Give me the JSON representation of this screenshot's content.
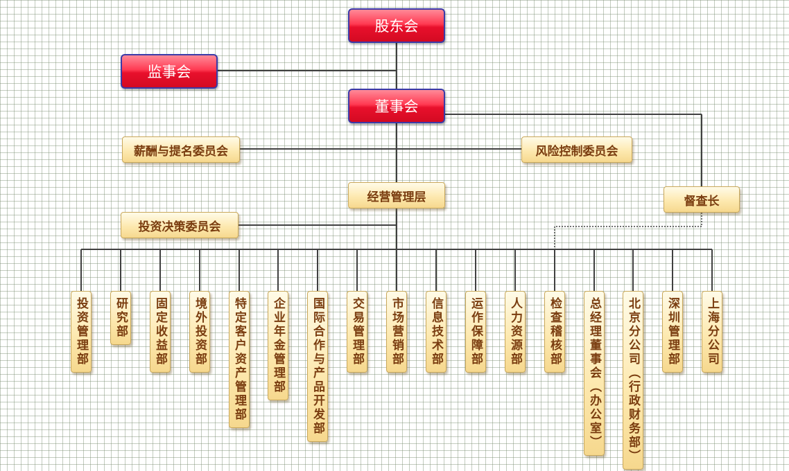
{
  "top": {
    "shareholders": "股东会",
    "supervisors": "监事会",
    "board": "董事会"
  },
  "committees": {
    "compensation": "薪酬与提名委员会",
    "risk": "风险控制委员会",
    "investment": "投资决策委员会"
  },
  "management": "经营管理层",
  "inspector": "督查长",
  "departments": [
    "投资管理部",
    "研究部",
    "固定收益部",
    "境外投资部",
    "特定客户资产管理部",
    "企业年金管理部",
    "国际合作与产品开发部",
    "交易管理部",
    "市场营销部",
    "信息技术部",
    "运作保障部",
    "人力资源部",
    "检查稽核部",
    "总经理董事会（办公室）",
    "北京分公司（行政财务部）",
    "深圳管理部",
    "上海分公司"
  ],
  "colors": {
    "line": "#404040",
    "red_box": "#e8102c",
    "yellow_box": "#fde9b0",
    "yellow_text": "#7a3d10"
  }
}
